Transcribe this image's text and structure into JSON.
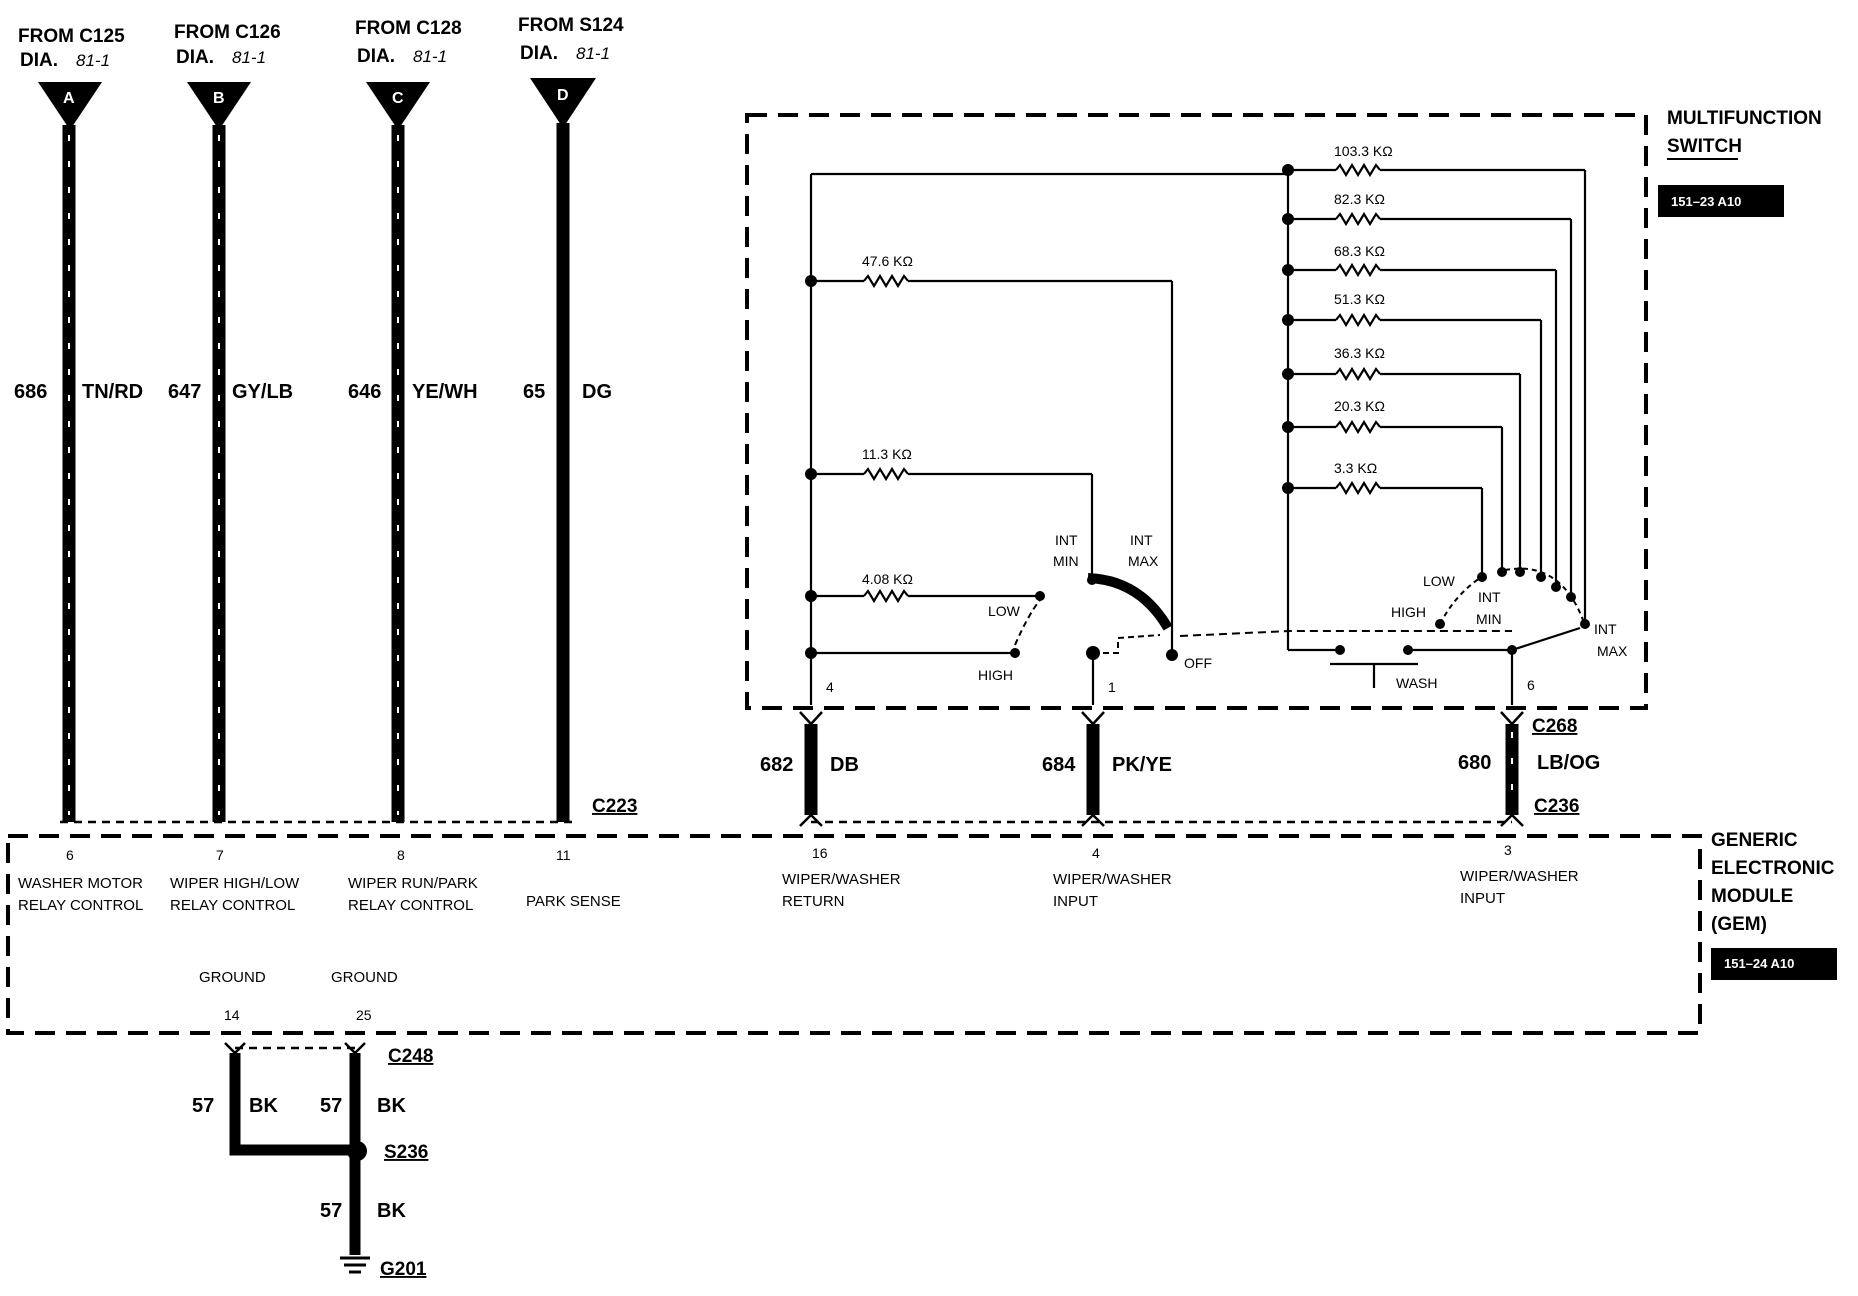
{
  "inputs": [
    {
      "from": "FROM C125",
      "dia": "DIA.",
      "dia_ref": "81-1",
      "letter": "A",
      "circuit": "686",
      "color": "TN/RD"
    },
    {
      "from": "FROM C126",
      "dia": "DIA.",
      "dia_ref": "81-1",
      "letter": "B",
      "circuit": "647",
      "color": "GY/LB"
    },
    {
      "from": "FROM C128",
      "dia": "DIA.",
      "dia_ref": "81-1",
      "letter": "C",
      "circuit": "646",
      "color": "YE/WH"
    },
    {
      "from": "FROM S124",
      "dia": "DIA.",
      "dia_ref": "81-1",
      "letter": "D",
      "circuit": "65",
      "color": "DG"
    }
  ],
  "multifunction_switch": {
    "title_line1": "MULTIFUNCTION",
    "title_line2": "SWITCH",
    "ref": "151–23 A10",
    "resistors_left": [
      "47.6 KΩ",
      "11.3 KΩ",
      "4.08 KΩ"
    ],
    "resistors_right": [
      "103.3 KΩ",
      "82.3 KΩ",
      "68.3 KΩ",
      "51.3 KΩ",
      "36.3 KΩ",
      "20.3 KΩ",
      "3.3 KΩ"
    ],
    "left_switch": {
      "int": "INT",
      "min": "MIN",
      "max": "MAX",
      "low": "LOW",
      "high": "HIGH",
      "off": "OFF"
    },
    "right_switch": {
      "low": "LOW",
      "high": "HIGH",
      "int": "INT",
      "min": "MIN",
      "max": "MAX",
      "wash": "WASH"
    },
    "pins": [
      "4",
      "1",
      "6"
    ]
  },
  "switch_wires": [
    {
      "circuit": "682",
      "color": "DB"
    },
    {
      "circuit": "684",
      "color": "PK/YE"
    },
    {
      "circuit": "680",
      "color": "LB/OG"
    }
  ],
  "connectors": {
    "c223": "C223",
    "c268": "C268",
    "c236": "C236",
    "c248": "C248",
    "s236": "S236",
    "g201": "G201"
  },
  "gem": {
    "title_line1": "GENERIC",
    "title_line2": "ELECTRONIC",
    "title_line3": "MODULE",
    "title_line4": "(GEM)",
    "ref": "151–24 A10",
    "pins": [
      {
        "num": "6",
        "line1": "WASHER MOTOR",
        "line2": "RELAY CONTROL"
      },
      {
        "num": "7",
        "line1": "WIPER HIGH/LOW",
        "line2": "RELAY CONTROL"
      },
      {
        "num": "8",
        "line1": "WIPER RUN/PARK",
        "line2": "RELAY CONTROL"
      },
      {
        "num": "11",
        "line1": "PARK SENSE",
        "line2": ""
      },
      {
        "num": "16",
        "line1": "WIPER/WASHER",
        "line2": "RETURN"
      },
      {
        "num": "4",
        "line1": "WIPER/WASHER",
        "line2": "INPUT"
      },
      {
        "num": "3",
        "line1": "WIPER/WASHER",
        "line2": "INPUT"
      }
    ],
    "grounds": [
      {
        "label": "GROUND",
        "num": "14"
      },
      {
        "label": "GROUND",
        "num": "25"
      }
    ]
  },
  "ground_wires": {
    "circuit": "57",
    "color": "BK"
  }
}
